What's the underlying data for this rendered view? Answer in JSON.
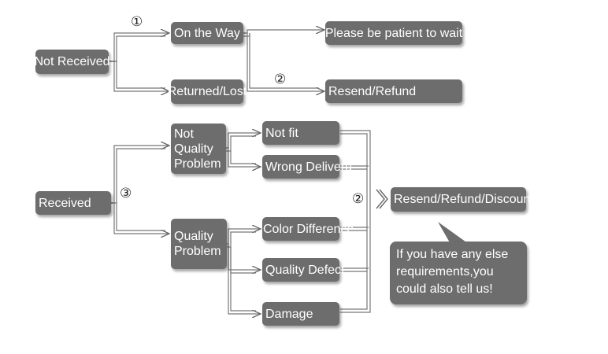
{
  "top": {
    "not_received": "Not Received",
    "on_the_way": "On the Way",
    "returned_lost": "Returned/Lost",
    "please_wait": "Please be patient to wait",
    "resend_refund": "Resend/Refund",
    "num1": "①",
    "num2": "②"
  },
  "bottom": {
    "received": "Received",
    "not_quality_problem": "Not Quality Problem",
    "quality_problem": "Quality Problem",
    "not_fit": "Not fit",
    "wrong_delivery": "Wrong Deliveru",
    "color_difference": "Color Difference",
    "quality_defect": "Quality Defect",
    "damage": "Damage",
    "resend_refund_discount": "Resend/Refund/Discount",
    "note": "If you have any else requirements,you could also tell us!",
    "num3": "③",
    "num2": "②"
  }
}
